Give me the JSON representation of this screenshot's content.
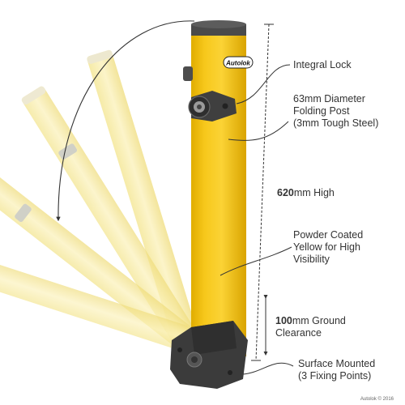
{
  "brand": {
    "logo_text": "Autolok",
    "copyright": "Autolok © 2016"
  },
  "colors": {
    "post_yellow": "#f5c518",
    "post_yellow_dark": "#d9a800",
    "ghost_yellow": "#f7ea9c",
    "cap_grey": "#4a4a4a",
    "base_grey": "#3d3d3d",
    "text": "#333333"
  },
  "annotations": {
    "integral_lock": [
      "Integral Lock"
    ],
    "folding_post": [
      "63mm Diameter",
      "Folding Post",
      "(3mm Tough Steel)"
    ],
    "height": {
      "value": "620",
      "rest": "mm High"
    },
    "powder_coated": [
      "Powder Coated",
      "Yellow for High",
      "Visibility"
    ],
    "ground_clearance": {
      "value": "100",
      "rest_line1": "mm Ground",
      "line2": "Clearance"
    },
    "surface_mounted": [
      "Surface Mounted",
      "(3 Fixing Points)"
    ]
  }
}
